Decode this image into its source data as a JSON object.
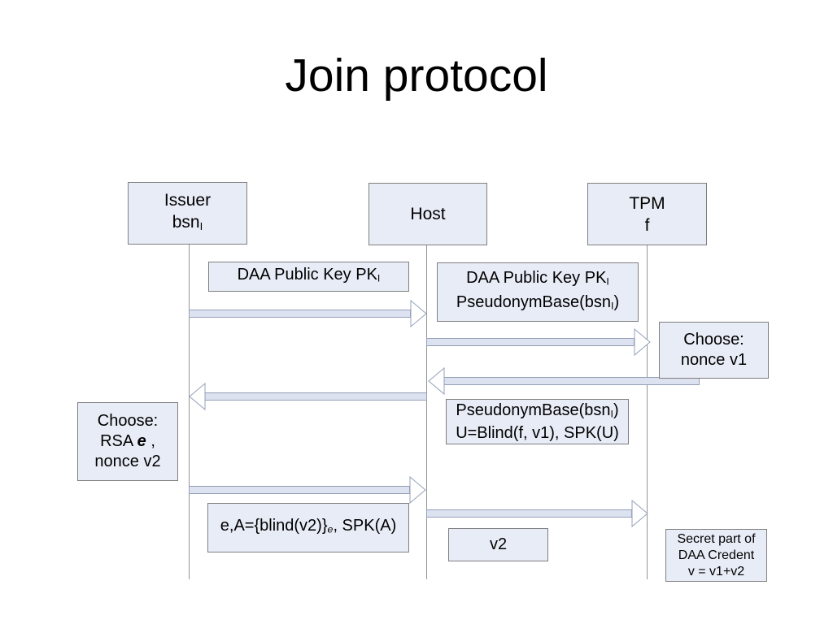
{
  "title": "Join protocol",
  "colors": {
    "background": "#ffffff",
    "box_fill": "#e8ecf6",
    "box_border": "#7f7f7f",
    "arrow_shaft_fill": "#dce2f0",
    "arrow_outline": "#95a0b8",
    "arrowhead_fill": "#ffffff",
    "lifeline": "#949494",
    "text": "#000000"
  },
  "actors": {
    "issuer": {
      "line1": "Issuer",
      "line2_main": "bsn",
      "line2_sub": "I"
    },
    "host": {
      "line1": "Host"
    },
    "tpm": {
      "line1": "TPM",
      "line2": "f"
    }
  },
  "messages": {
    "daa_pk": {
      "main": "DAA Public Key PK",
      "sub": "I"
    },
    "daa_pk_pseudonym": {
      "line1_main": "DAA Public Key PK",
      "line1_sub": "I",
      "line2_pre": "PseudonymBase(bsn",
      "line2_sub": "I",
      "line2_post": ")"
    },
    "pseudonym_u": {
      "line1_pre": "PseudonymBase(bsn",
      "line1_sub": "I",
      "line1_post": ")",
      "line2": "U=Blind(f, v1), SPK(U)"
    },
    "e_a": {
      "pre": "e,A={blind(v2)}",
      "sub": "e",
      "post": ", SPK(A)"
    },
    "v2": {
      "text": "v2"
    }
  },
  "notes": {
    "choose_v1": {
      "line1": "Choose:",
      "line2": "nonce v1"
    },
    "choose_e": {
      "line1": "Choose:",
      "line2_pre": "RSA ",
      "line2_em": "e",
      "line2_post": " ,",
      "line3": "nonce v2"
    },
    "secret": {
      "line1": "Secret part of",
      "line2": "DAA Credent",
      "line3": "v = v1+v2"
    }
  }
}
